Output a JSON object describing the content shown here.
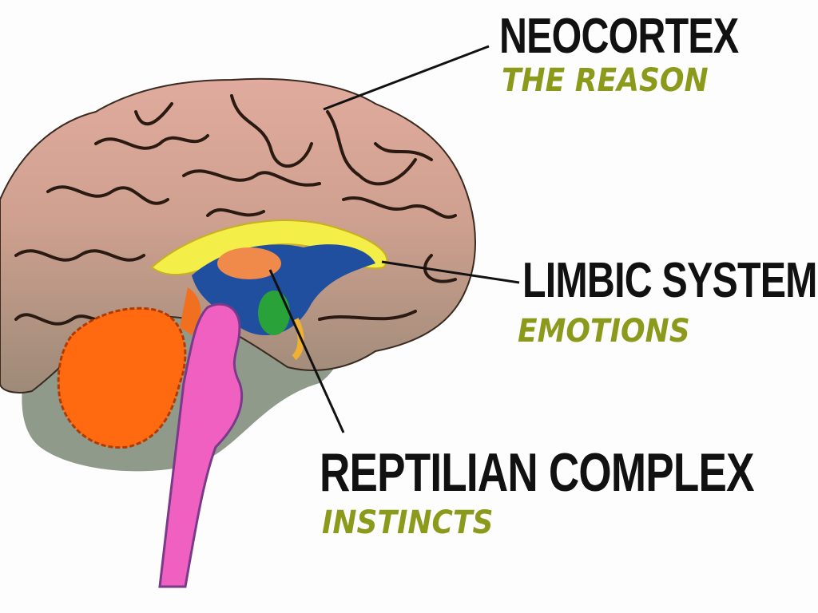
{
  "labels": {
    "neocortex": {
      "title": "NEOCORTEX",
      "subtitle": "THE REASON"
    },
    "limbic": {
      "title": "LIMBIC SYSTEM",
      "subtitle": "EMOTIONS"
    },
    "reptilian": {
      "title": "REPTILIAN COMPLEX",
      "subtitle": "INSTINCTS"
    }
  },
  "colors": {
    "neocortex_top": "#dba89a",
    "neocortex_bottom": "#a38a77",
    "corpus_callosum": "#f4f04a",
    "ventricle": "#1f4f9e",
    "thalamus": "#f08a4a",
    "amygdala": "#2aa23a",
    "cerebellum": "#ff6a10",
    "brainstem": "#f060c0",
    "subtitle": "#8c9a1c"
  }
}
